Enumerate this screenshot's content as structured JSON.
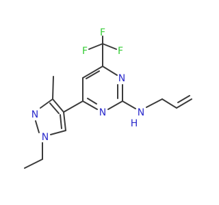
{
  "structure": {
    "atoms": {
      "F1": "F",
      "F2": "F",
      "F3": "F",
      "N_pyrimidine_top": "N",
      "N_pyrimidine_bottom": "N",
      "N_amine": "N",
      "N_amine_H": "H",
      "N_pyrazole_1": "N",
      "N_pyrazole_2": "N"
    },
    "colors": {
      "bond": "#3a3a3a",
      "nitrogen": "#2a2acc",
      "fluorine": "#33cc33"
    }
  }
}
